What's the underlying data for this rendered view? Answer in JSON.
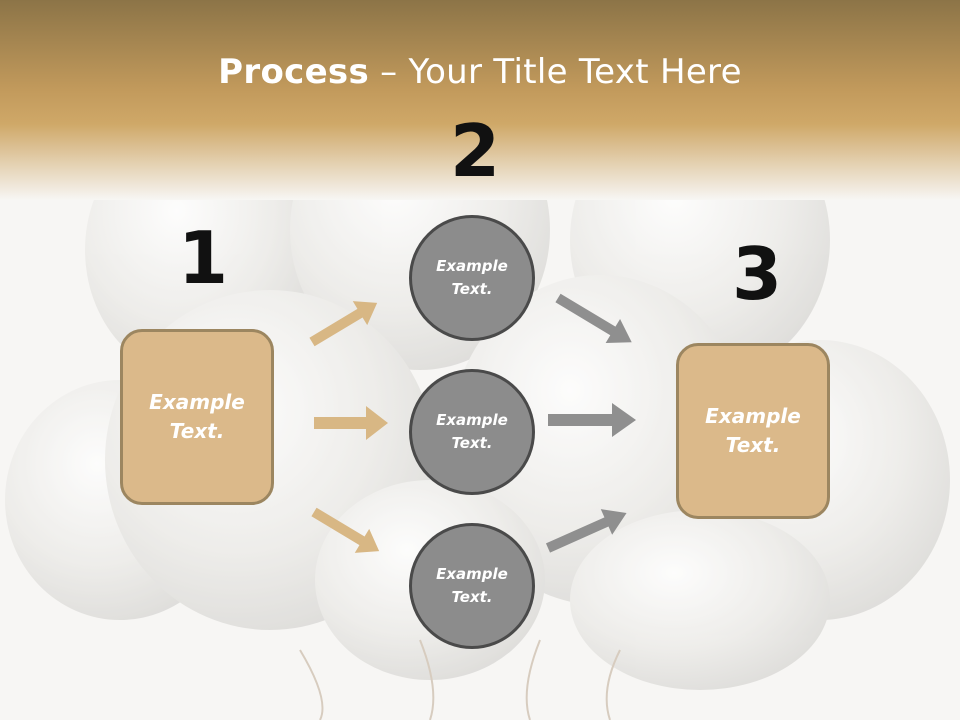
{
  "title": {
    "bold": "Process",
    "rest": " – Your Title Text Here"
  },
  "steps": [
    {
      "number": "1",
      "text_line1": "Example",
      "text_line2": "Text."
    },
    {
      "number": "2"
    },
    {
      "number": "3",
      "text_line1": "Example",
      "text_line2": "Text."
    }
  ],
  "circles": [
    {
      "line1": "Example",
      "line2": "Text."
    },
    {
      "line1": "Example",
      "line2": "Text."
    },
    {
      "line1": "Example",
      "line2": "Text."
    }
  ],
  "colors": {
    "header_gold": "#c9a365",
    "box_fill": "#dbb98a",
    "box_border": "#9c8660",
    "circle_fill": "#8c8c8c",
    "circle_border": "#4a4a4a",
    "arrow_gold": "#d8b784",
    "arrow_gray": "#8f8f8f"
  }
}
